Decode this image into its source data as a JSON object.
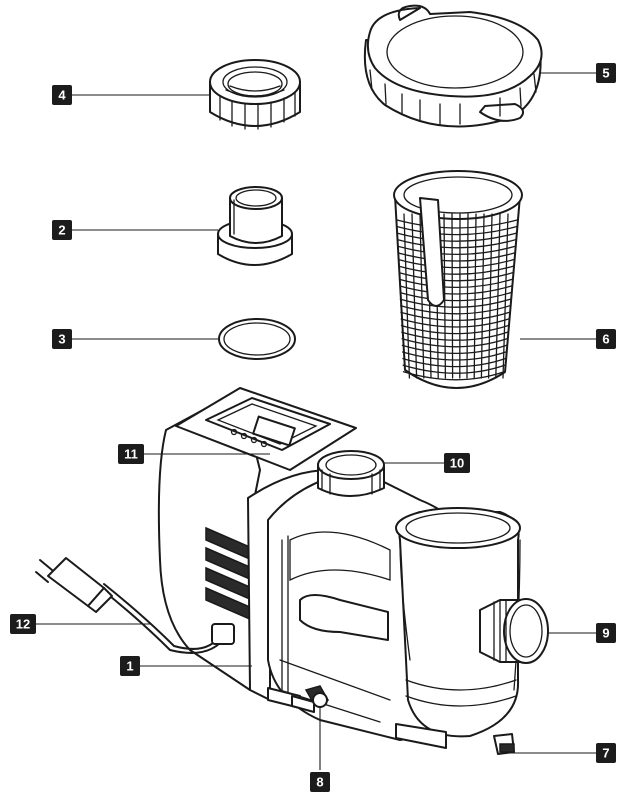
{
  "callouts": [
    {
      "id": "1",
      "label": "1"
    },
    {
      "id": "2",
      "label": "2"
    },
    {
      "id": "3",
      "label": "3"
    },
    {
      "id": "4",
      "label": "4"
    },
    {
      "id": "5",
      "label": "5"
    },
    {
      "id": "6",
      "label": "6"
    },
    {
      "id": "7",
      "label": "7"
    },
    {
      "id": "8",
      "label": "8"
    },
    {
      "id": "9",
      "label": "9"
    },
    {
      "id": "10",
      "label": "10"
    },
    {
      "id": "11",
      "label": "11"
    },
    {
      "id": "12",
      "label": "12"
    }
  ],
  "parts": [
    {
      "name": "union-nut",
      "callout": "4"
    },
    {
      "name": "strainer-lid",
      "callout": "5"
    },
    {
      "name": "pipe-adapter",
      "callout": "2"
    },
    {
      "name": "o-ring",
      "callout": "3"
    },
    {
      "name": "strainer-basket",
      "callout": "6"
    },
    {
      "name": "pump-body",
      "callout": "1"
    },
    {
      "name": "drain-plug",
      "callout": "7"
    },
    {
      "name": "drain-plug-front",
      "callout": "8"
    },
    {
      "name": "suction-inlet",
      "callout": "9"
    },
    {
      "name": "discharge-outlet",
      "callout": "10"
    },
    {
      "name": "control-panel",
      "callout": "11"
    },
    {
      "name": "power-cable",
      "callout": "12"
    }
  ],
  "colors": {
    "ink": "#1a1a1a",
    "badge": "#1c1c1c",
    "badge_text": "#ffffff",
    "background": "#ffffff"
  }
}
